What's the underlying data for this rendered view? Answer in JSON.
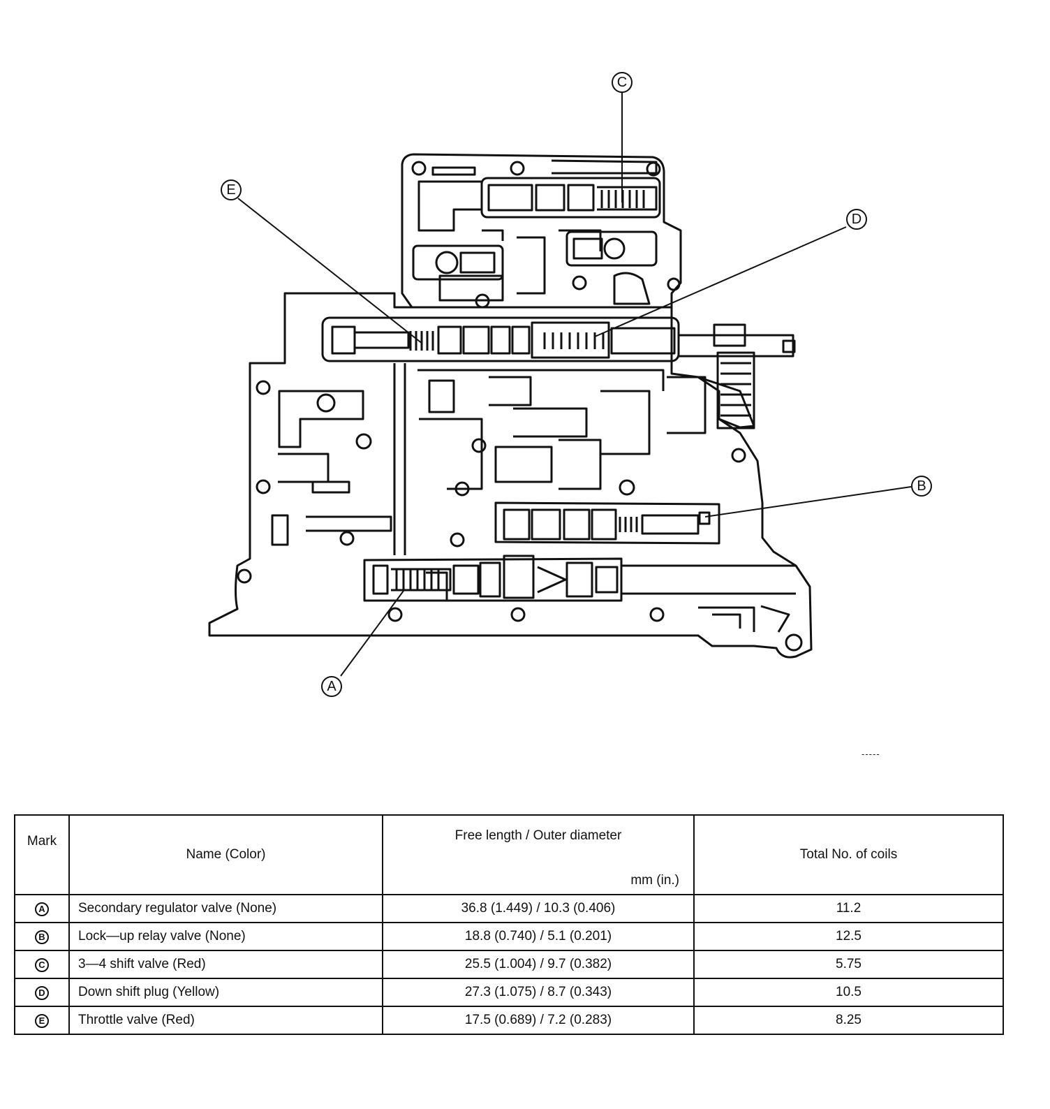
{
  "callouts": {
    "A": "A",
    "B": "B",
    "C": "C",
    "D": "D",
    "E": "E"
  },
  "figure_code": "-----",
  "table": {
    "headers": {
      "mark": "Mark",
      "name": "Name (Color)",
      "length": "Free length / Outer diameter",
      "length_unit": "mm (in.)",
      "coils": "Total No. of coils"
    },
    "rows": [
      {
        "mark": "A",
        "name": "Secondary regulator valve (None)",
        "length": "36.8 (1.449) / 10.3 (0.406)",
        "coils": "11.2"
      },
      {
        "mark": "B",
        "name": "Lock—up relay valve (None)",
        "length": "18.8 (0.740) / 5.1 (0.201)",
        "coils": "12.5"
      },
      {
        "mark": "C",
        "name": "3—4 shift valve (Red)",
        "length": "25.5 (1.004) / 9.7 (0.382)",
        "coils": "5.75"
      },
      {
        "mark": "D",
        "name": "Down shift plug (Yellow)",
        "length": "27.3 (1.075) / 8.7 (0.343)",
        "coils": "10.5"
      },
      {
        "mark": "E",
        "name": "Throttle valve (Red)",
        "length": "17.5 (0.689) / 7.2 (0.283)",
        "coils": "8.25"
      }
    ]
  }
}
